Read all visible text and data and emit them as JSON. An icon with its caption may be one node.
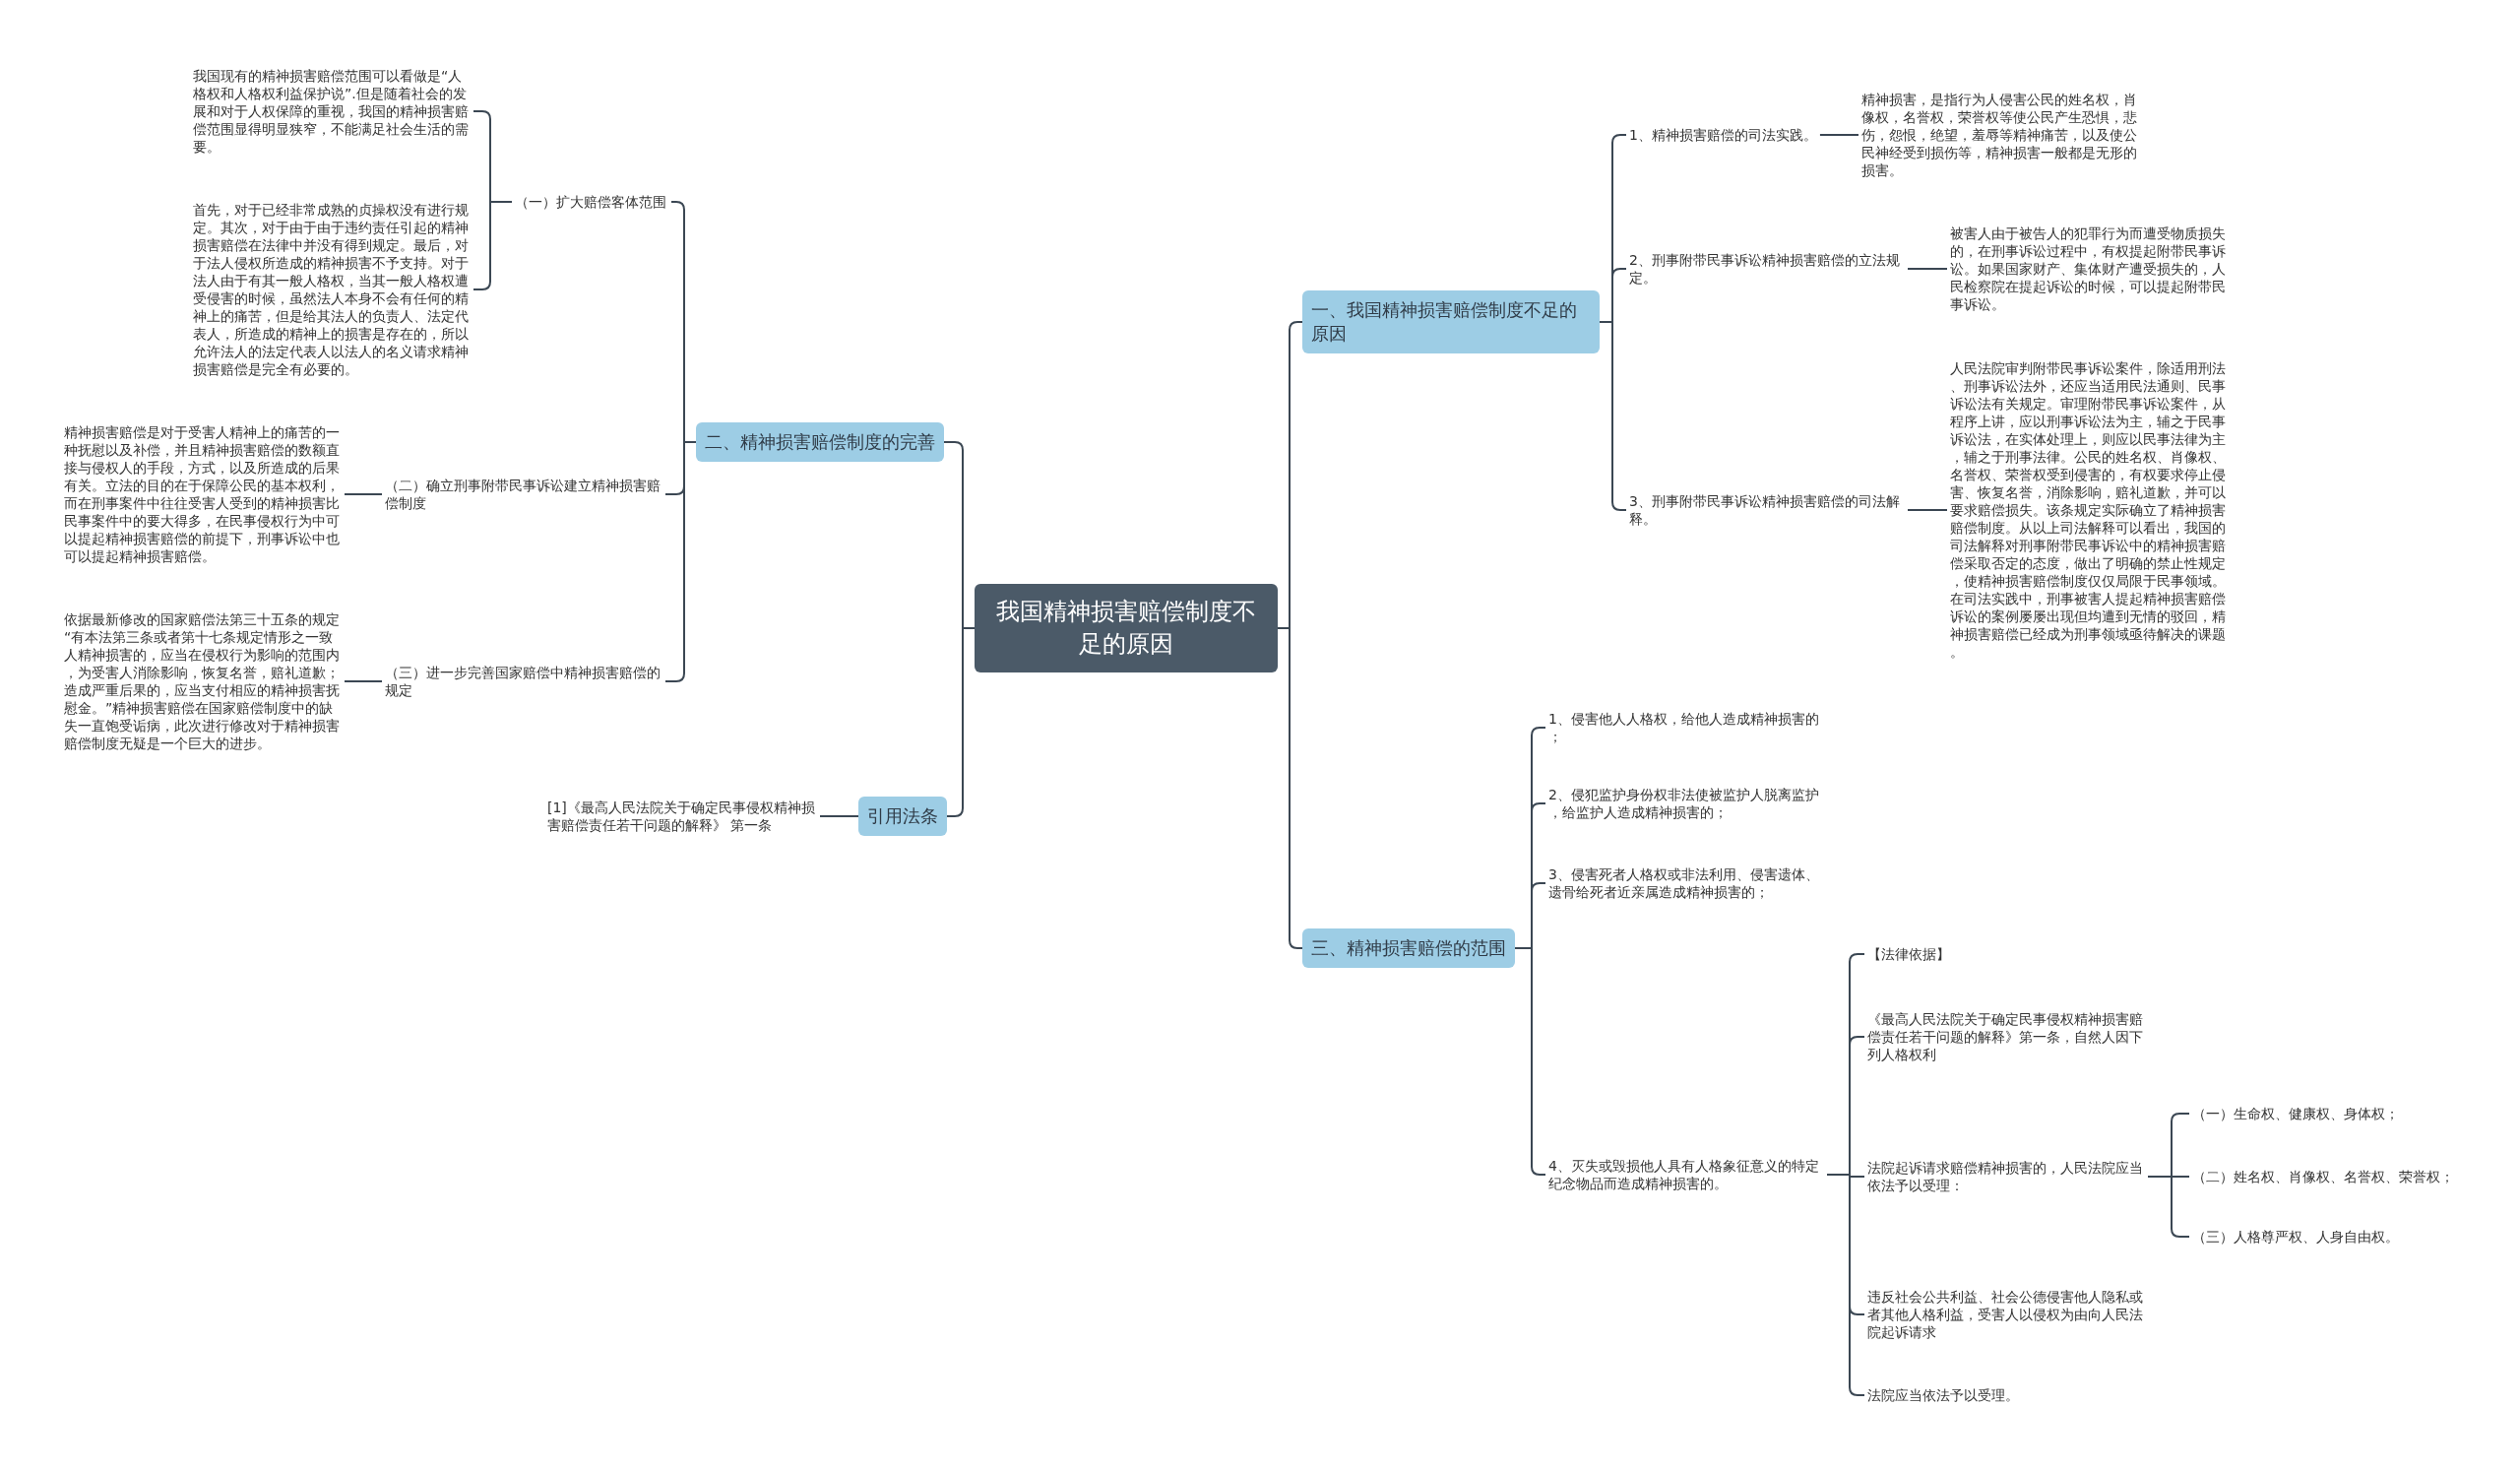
{
  "diagram": {
    "nodes": [
      {
        "text": [
          "我国精神损害赔偿制度不足的原因"
        ]
      },
      {
        "text": [
          "二、精神损害赔偿制度的完善"
        ]
      },
      {
        "text": [
          "（一）扩大赔偿客体范围"
        ]
      },
      {
        "text": [
          "我国现有的精神损害赔偿范围可以看做是“人格权和人格权利益保护说”.但是随着社会的发展和对于人权保障的重视，我国的精神损害赔偿范围显得明显狭窄，不能满足社会生活的需要。"
        ]
      },
      {
        "text": [
          "首先，对于已经非常成熟的贞操权没有进行规定。其次，对于由于由于违约责任引起的精神损害赔偿在法律中并没有得到规定。最后，对于法人侵权所造成的精神损害不予支持。对于法人由于有其一般人格权，当其一般人格权遭受侵害的时候，虽然法人本身不会有任何的精神上的痛苦，但是给其法人的负责人、法定代表人，所造成的精神上的损害是存在的，所以允许法人的法定代表人以法人的名义请求精神损害赔偿是完全有必要的。"
        ]
      },
      {
        "text": [
          "（二）确立刑事附带民事诉讼建立精神损害赔偿制度"
        ]
      },
      {
        "text": [
          "精神损害赔偿是对于受害人精神上的痛苦的一种抚慰以及补偿，并且精神损害赔偿的数额直接与侵权人的手段，方式，以及所造成的后果有关。立法的目的在于保障公民的基本权利，而在刑事案件中往往受害人受到的精神损害比民事案件中的要大得多，在民事侵权行为中可以提起精神损害赔偿的前提下，刑事诉讼中也可以提起精神损害赔偿。"
        ]
      },
      {
        "text": [
          "（三）进一步完善国家赔偿中精神损害赔偿的规定"
        ]
      },
      {
        "text": [
          "依据最新修改的国家赔偿法第三十五条的规定“有本法第三条或者第十七条规定情形之一致人精神损害的，应当在侵权行为影响的范围内，为受害人消除影响，恢复名誉，赔礼道歉；造成严重后果的，应当支付相应的精神损害抚慰金。”精神损害赔偿在国家赔偿制度中的缺失一直饱受诟病，此次进行修改对于精神损害赔偿制度无疑是一个巨大的进步。"
        ]
      },
      {
        "text": [
          "引用法条"
        ]
      },
      {
        "text": [
          "[1]《最高人民法院关于确定民事侵权精神损害赔偿责任若干问题的解释》 第一条"
        ]
      },
      {
        "text": [
          "一、我国精神损害赔偿制度不足的原因"
        ]
      },
      {
        "text": [
          "1、精神损害赔偿的司法实践。"
        ]
      },
      {
        "text": [
          "精神损害，是指行为人侵害公民的姓名权，肖像权，名誉权，荣誉权等使公民产生恐惧，悲伤，怨恨，绝望，羞辱等精神痛苦，以及使公民神经受到损伤等，精神损害一般都是无形的损害。"
        ]
      },
      {
        "text": [
          "2、刑事附带民事诉讼精神损害赔偿的立法规定。"
        ]
      },
      {
        "text": [
          "被害人由于被告人的犯罪行为而遭受物质损失的，在刑事诉讼过程中，有权提起附带民事诉讼。如果国家财产、集体财产遭受损失的，人民检察院在提起诉讼的时候，可以提起附带民事诉讼。"
        ]
      },
      {
        "text": [
          "3、刑事附带民事诉讼精神损害赔偿的司法解释。"
        ]
      },
      {
        "text": [
          "人民法院审判附带民事诉讼案件，除适用刑法、刑事诉讼法外，还应当适用民法通则、民事诉讼法有关规定。审理附带民事诉讼案件，从程序上讲，应以刑事诉讼法为主，辅之于民事诉讼法，在实体处理上，则应以民事法律为主，辅之于刑事法律。公民的姓名权、肖像权、名誉权、荣誉权受到侵害的，有权要求停止侵害、恢复名誉，消除影响，赔礼道歉，并可以要求赔偿损失。该条规定实际确立了精神损害赔偿制度。从以上司法解释可以看出，我国的司法解释对刑事附带民事诉讼中的精神损害赔偿采取否定的态度，做出了明确的禁止性规定，使精神损害赔偿制度仅仅局限于民事领域。在司法实践中，刑事被害人提起精神损害赔偿诉讼的案例屡屡出现但均遭到无情的驳回，精神损害赔偿已经成为刑事领域亟待解决的课题。"
        ]
      },
      {
        "text": [
          "三、精神损害赔偿的范围"
        ]
      },
      {
        "text": [
          "1、侵害他人人格权，给他人造成精神损害的；"
        ]
      },
      {
        "text": [
          "2、侵犯监护身份权非法使被监护人脱离监护，给监护人造成精神损害的；"
        ]
      },
      {
        "text": [
          "3、侵害死者人格权或非法利用、侵害遗体、遗骨给死者近亲属造成精神损害的；"
        ]
      },
      {
        "text": [
          "4、灭失或毁损他人具有人格象征意义的特定纪念物品而造成精神损害的。"
        ]
      },
      {
        "text": [
          "【法律依据】"
        ]
      },
      {
        "text": [
          "《最高人民法院关于确定民事侵权精神损害赔偿责任若干问题的解释》第一条，自然人因下列人格权利"
        ]
      },
      {
        "text": [
          "法院起诉请求赔偿精神损害的，人民法院应当依法予以受理："
        ]
      },
      {
        "text": [
          "（一）生命权、健康权、身体权；"
        ]
      },
      {
        "text": [
          "（二）姓名权、肖像权、名誉权、荣誉权；"
        ]
      },
      {
        "text": [
          "（三）人格尊严权、人身自由权。"
        ]
      },
      {
        "text": [
          "违反社会公共利益、社会公德侵害他人隐私或者其他人格利益，受害人以侵权为由向人民法院起诉请求"
        ]
      },
      {
        "text": [
          "法院应当依法予以受理。"
        ]
      }
    ],
    "edges": [
      {
        "from": 0,
        "to": 1,
        "arrow": "none"
      },
      {
        "from": 1,
        "to": 2,
        "arrow": "none"
      },
      {
        "from": 2,
        "to": 3,
        "arrow": "none"
      },
      {
        "from": 2,
        "to": 4,
        "arrow": "none"
      },
      {
        "from": 1,
        "to": 5,
        "arrow": "none"
      },
      {
        "from": 5,
        "to": 6,
        "arrow": "none"
      },
      {
        "from": 1,
        "to": 7,
        "arrow": "none"
      },
      {
        "from": 7,
        "to": 8,
        "arrow": "none"
      },
      {
        "from": 0,
        "to": 9,
        "arrow": "none"
      },
      {
        "from": 9,
        "to": 10,
        "arrow": "none"
      },
      {
        "from": 0,
        "to": 11,
        "arrow": "none"
      },
      {
        "from": 11,
        "to": 12,
        "arrow": "none"
      },
      {
        "from": 12,
        "to": 13,
        "arrow": "none"
      },
      {
        "from": 11,
        "to": 14,
        "arrow": "none"
      },
      {
        "from": 14,
        "to": 15,
        "arrow": "none"
      },
      {
        "from": 11,
        "to": 16,
        "arrow": "none"
      },
      {
        "from": 16,
        "to": 17,
        "arrow": "none"
      },
      {
        "from": 0,
        "to": 18,
        "arrow": "none"
      },
      {
        "from": 18,
        "to": 19,
        "arrow": "none"
      },
      {
        "from": 18,
        "to": 20,
        "arrow": "none"
      },
      {
        "from": 18,
        "to": 21,
        "arrow": "none"
      },
      {
        "from": 18,
        "to": 22,
        "arrow": "none"
      },
      {
        "from": 22,
        "to": 23,
        "arrow": "none"
      },
      {
        "from": 22,
        "to": 24,
        "arrow": "none"
      },
      {
        "from": 22,
        "to": 25,
        "arrow": "none"
      },
      {
        "from": 25,
        "to": 26,
        "arrow": "none"
      },
      {
        "from": 25,
        "to": 27,
        "arrow": "none"
      },
      {
        "from": 25,
        "to": 28,
        "arrow": "none"
      },
      {
        "from": 22,
        "to": 29,
        "arrow": "none"
      },
      {
        "from": 22,
        "to": 30,
        "arrow": "none"
      }
    ]
  }
}
